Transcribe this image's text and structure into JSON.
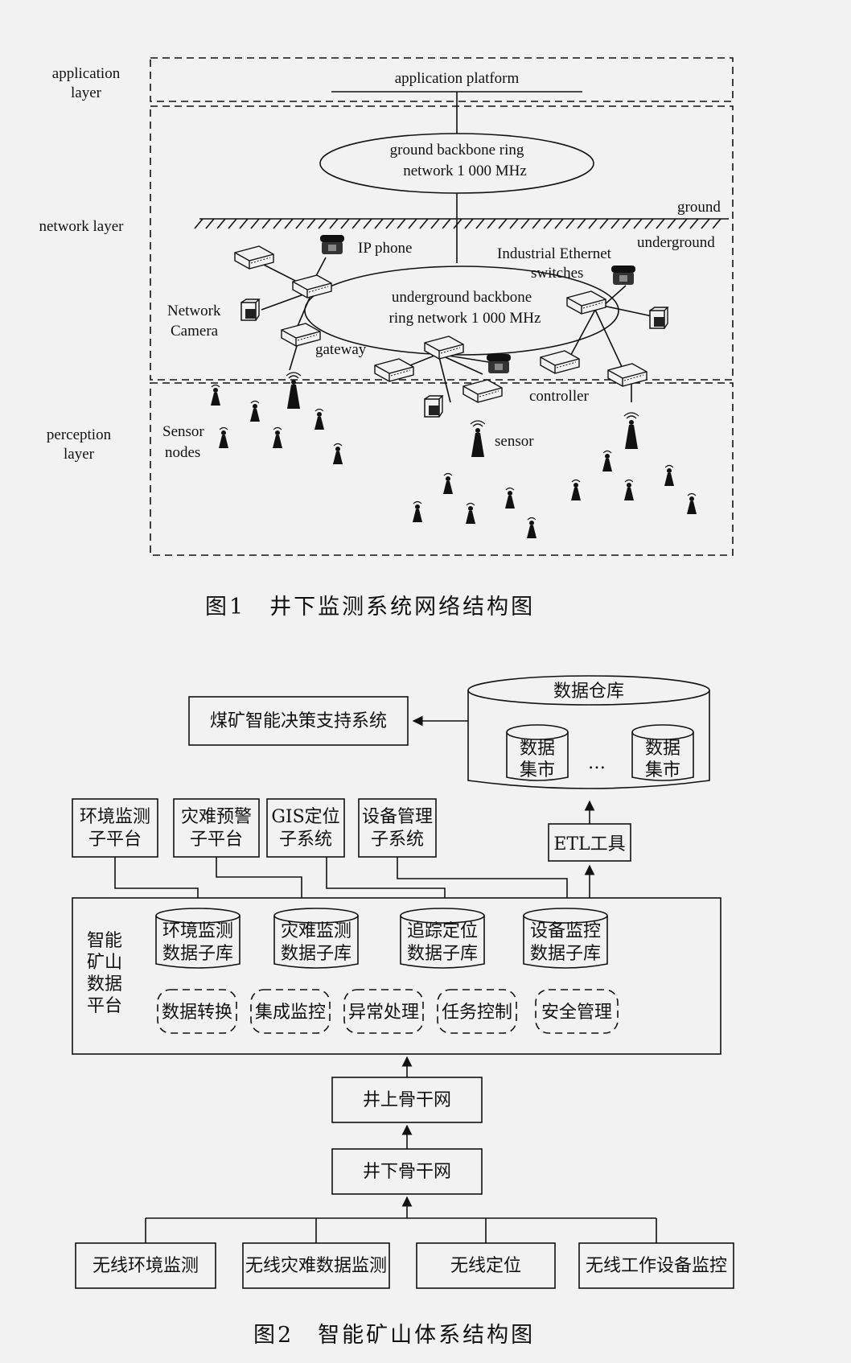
{
  "figure1": {
    "layers": {
      "application": "application layer",
      "network": "network layer",
      "perception": "perception layer"
    },
    "labels": {
      "app_platform": "application platform",
      "ground_ring_1": "ground backbone ring",
      "ground_ring_2": "network 1 000 MHz",
      "ground": "ground",
      "underground": "underground",
      "ip_phone": "IP phone",
      "ind_eth_1": "Industrial Ethernet",
      "ind_eth_2": "switches",
      "ug_ring_1": "underground backbone",
      "ug_ring_2": "ring network 1 000 MHz",
      "network_camera_1": "Network",
      "network_camera_2": "Camera",
      "gateway": "gateway",
      "controller": "controller",
      "sensor_nodes_1": "Sensor",
      "sensor_nodes_2": "nodes",
      "sensor": "sensor"
    },
    "caption": "图1　井下监测系统网络结构图"
  },
  "figure2": {
    "decision_system": "煤矿智能决策支持系统",
    "warehouse": "数据仓库",
    "datamart_1": "数据集市",
    "datamart_2": "数据集市",
    "ellipsis": "…",
    "etl": "ETL工具",
    "subplatforms": [
      "环境监测子平台",
      "灾难预警子平台",
      "GIS定位子系统",
      "设备管理子系统"
    ],
    "platform_label": "智能矿山数据平台",
    "databases": [
      "环境监测数据子库",
      "灾难监测数据子库",
      "追踪定位数据子库",
      "设备监控数据子库"
    ],
    "functions": [
      "数据转换",
      "集成监控",
      "异常处理",
      "任务控制",
      "安全管理"
    ],
    "ground_backbone": "井上骨干网",
    "underground_backbone": "井下骨干网",
    "wireless": [
      "无线环境监测",
      "无线灾难数据监测",
      "无线定位",
      "无线工作设备监控"
    ],
    "caption": "图2　智能矿山体系结构图"
  }
}
